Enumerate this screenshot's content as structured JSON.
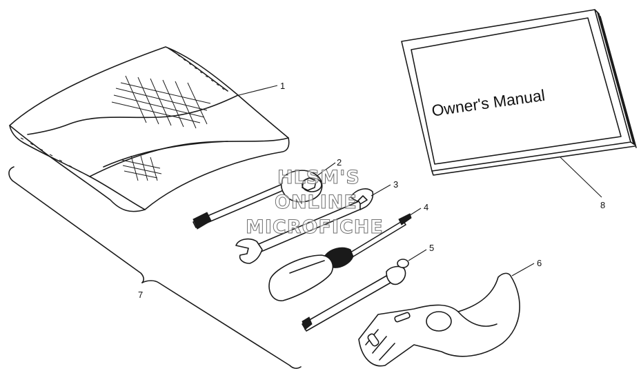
{
  "manual": {
    "title": "Owner's Manual"
  },
  "watermark": {
    "line1": "HLSM'S",
    "line2": "ONLINE",
    "line3": "MICROFICHE"
  },
  "callouts": [
    {
      "id": "1",
      "label": "1"
    },
    {
      "id": "2",
      "label": "2"
    },
    {
      "id": "3",
      "label": "3"
    },
    {
      "id": "4",
      "label": "4"
    },
    {
      "id": "5",
      "label": "5"
    },
    {
      "id": "6",
      "label": "6"
    },
    {
      "id": "7",
      "label": "7"
    },
    {
      "id": "8",
      "label": "8"
    }
  ]
}
